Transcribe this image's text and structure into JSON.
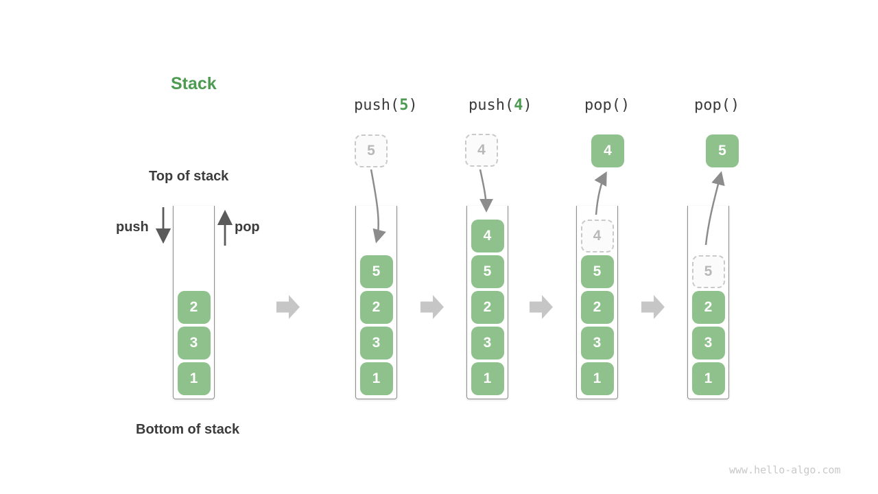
{
  "title": "Stack",
  "annotations": {
    "top_of_stack": "Top of stack",
    "bottom_of_stack": "Bottom of stack",
    "push_arrow_label": "push",
    "pop_arrow_label": "pop"
  },
  "operations": [
    {
      "prefix": "push(",
      "arg": "5",
      "suffix": ")"
    },
    {
      "prefix": "push(",
      "arg": "4",
      "suffix": ")"
    },
    {
      "prefix": "pop()",
      "arg": "",
      "suffix": ""
    },
    {
      "prefix": "pop()",
      "arg": "",
      "suffix": ""
    }
  ],
  "floating_boxes": [
    {
      "value": "5",
      "style": "dashed"
    },
    {
      "value": "4",
      "style": "dashed"
    },
    {
      "value": "4",
      "style": "solid"
    },
    {
      "value": "5",
      "style": "solid"
    }
  ],
  "stacks": [
    {
      "cells": [
        {
          "value": "2",
          "slot": 2,
          "style": "solid"
        },
        {
          "value": "3",
          "slot": 3,
          "style": "solid"
        },
        {
          "value": "1",
          "slot": 4,
          "style": "solid"
        }
      ]
    },
    {
      "cells": [
        {
          "value": "5",
          "slot": 1,
          "style": "solid"
        },
        {
          "value": "2",
          "slot": 2,
          "style": "solid"
        },
        {
          "value": "3",
          "slot": 3,
          "style": "solid"
        },
        {
          "value": "1",
          "slot": 4,
          "style": "solid"
        }
      ]
    },
    {
      "cells": [
        {
          "value": "4",
          "slot": 0,
          "style": "solid"
        },
        {
          "value": "5",
          "slot": 1,
          "style": "solid"
        },
        {
          "value": "2",
          "slot": 2,
          "style": "solid"
        },
        {
          "value": "3",
          "slot": 3,
          "style": "solid"
        },
        {
          "value": "1",
          "slot": 4,
          "style": "solid"
        }
      ]
    },
    {
      "cells": [
        {
          "value": "4",
          "slot": 0,
          "style": "dashed"
        },
        {
          "value": "5",
          "slot": 1,
          "style": "solid"
        },
        {
          "value": "2",
          "slot": 2,
          "style": "solid"
        },
        {
          "value": "3",
          "slot": 3,
          "style": "solid"
        },
        {
          "value": "1",
          "slot": 4,
          "style": "solid"
        }
      ]
    },
    {
      "cells": [
        {
          "value": "5",
          "slot": 1,
          "style": "dashed"
        },
        {
          "value": "2",
          "slot": 2,
          "style": "solid"
        },
        {
          "value": "3",
          "slot": 3,
          "style": "solid"
        },
        {
          "value": "1",
          "slot": 4,
          "style": "solid"
        }
      ]
    }
  ],
  "watermark": "www.hello-algo.com",
  "colors": {
    "title_green": "#4c9b50",
    "value_green": "#4c9b50",
    "box_green": "#8fc18c",
    "dark_text": "#3b3b3b",
    "dashed_border": "#c9c9c9",
    "dashed_text": "#b8b8b8",
    "wall_gray": "#8d8d8d",
    "curve_arrow": "#8c8c8c",
    "straight_arrow": "#5a5a5a",
    "block_arrow": "#c6c6c6",
    "watermark": "#c8c8c8"
  }
}
